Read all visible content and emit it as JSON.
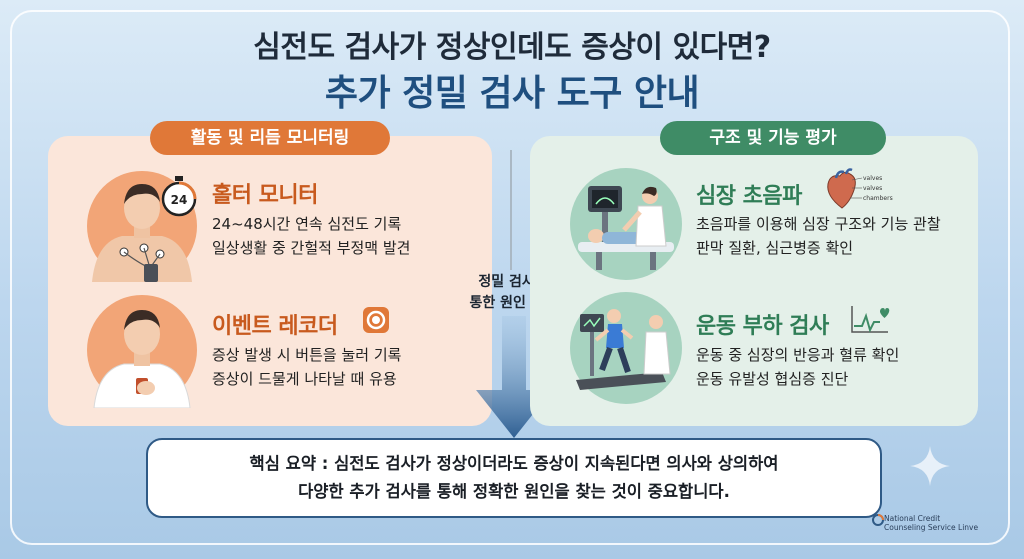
{
  "header": {
    "title_line1": "심전도 검사가 정상인데도 증상이 있다면?",
    "title_line2": "추가 정밀 검사 도구 안내"
  },
  "left_section": {
    "label": "활동 및 리듬 모니터링",
    "items": [
      {
        "title": "홀터 모니터",
        "timer_label": "24",
        "lines": [
          "24~48시간 연속 심전도 기록",
          "일상생활 중 간헐적 부정맥 발견"
        ]
      },
      {
        "title": "이벤트 레코더",
        "lines": [
          "증상 발생 시 버튼을 눌러 기록",
          "증상이 드물게 나타날 때 유용"
        ]
      }
    ]
  },
  "right_section": {
    "label": "구조 및 기능 평가",
    "items": [
      {
        "title": "심장 초음파",
        "heart_labels": [
          "valves",
          "valves",
          "chambers"
        ],
        "lines": [
          "초음파를 이용해 심장 구조와 기능 관찰",
          "판막 질환, 심근병증 확인"
        ]
      },
      {
        "title": "운동 부하 검사",
        "lines": [
          "운동 중 심장의 반응과 혈류 확인",
          "운동 유발성 협심증 진단"
        ]
      }
    ]
  },
  "center": {
    "line1": "정밀 검사를",
    "line2": "통한 원인 규명"
  },
  "summary": {
    "line1": "핵심 요약 : 심전도 검사가 정상이더라도 증상이 지속된다면 의사와 상의하여",
    "line2": "다양한 추가 검사를 통해 정확한 원인을 찾는 것이 중요합니다."
  },
  "logo": {
    "line1": "National Credit",
    "line2": "Counseling Service Linve"
  },
  "colors": {
    "orange_accent": "#e07838",
    "green_accent": "#3f8c66",
    "title_blue": "#1f4f7f",
    "summary_border": "#2f5a86"
  }
}
